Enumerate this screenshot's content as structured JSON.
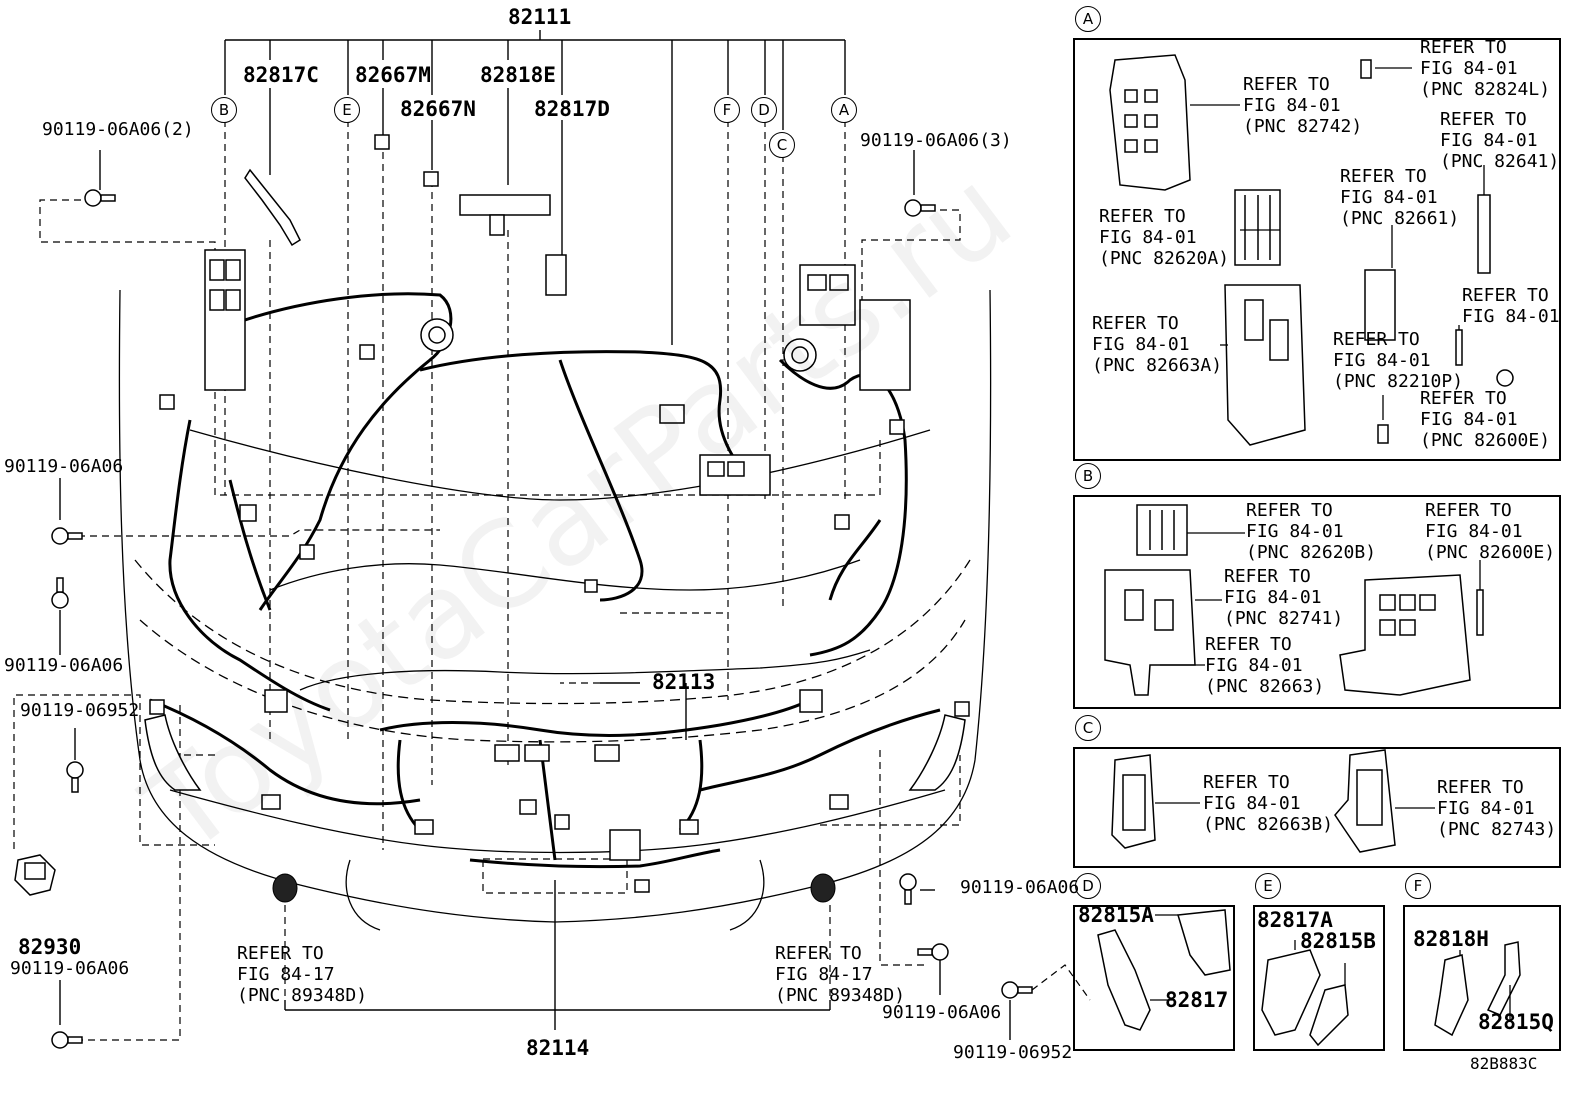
{
  "watermark": "ToyotaCarParts.ru",
  "main_labels": {
    "p82111": "82111",
    "p82817C": "82817C",
    "p82667M": "82667M",
    "p82818E": "82818E",
    "p82667N": "82667N",
    "p82817D": "82817D",
    "p82113": "82113",
    "p82114": "82114",
    "p82930": "82930"
  },
  "bolt_labels": {
    "left_top": "90119-06A06(2)",
    "right_top": "90119-06A06(3)",
    "left_mid1": "90119-06A06",
    "left_mid2": "90119-06A06",
    "left_952": "90119-06952",
    "left_bottom": "90119-06A06",
    "right_mid": "90119-06A06",
    "right_bottom": "90119-06A06",
    "bottom_952": "90119-06952"
  },
  "callouts": {
    "A": "A",
    "B": "B",
    "C": "C",
    "D": "D",
    "E": "E",
    "F": "F"
  },
  "refer_lower_left": "REFER TO\nFIG 84-17\n(PNC 89348D)",
  "refer_lower_right": "REFER TO\nFIG 84-17\n(PNC 89348D)",
  "panel_A": {
    "r1": "REFER TO\nFIG 84-01\n(PNC 82742)",
    "r2": "REFER TO\nFIG 84-01\n(PNC 82824L)",
    "r3": "REFER TO\nFIG 84-01\n(PNC 82641)",
    "r4": "REFER TO\nFIG 84-01\n(PNC 82661)",
    "r5": "REFER TO\nFIG 84-01\n(PNC 82620A)",
    "r6": "REFER TO\nFIG 84-01\n(PNC 82663A)",
    "r7": "REFER TO\nFIG 84-01\n(PNC 82210P)",
    "r8": "REFER TO\nFIG 84-01",
    "r9": "REFER TO\nFIG 84-01\n(PNC 82600E)"
  },
  "panel_B": {
    "r1": "REFER TO\nFIG 84-01\n(PNC 82620B)",
    "r2": "REFER TO\nFIG 84-01\n(PNC 82600E)",
    "r3": "REFER TO\nFIG 84-01\n(PNC 82741)",
    "r4": "REFER TO\nFIG 84-01\n(PNC 82663)"
  },
  "panel_C": {
    "r1": "REFER TO\nFIG 84-01\n(PNC 82663B)",
    "r2": "REFER TO\nFIG 84-01\n(PNC 82743)"
  },
  "panel_D": {
    "a": "82815A",
    "b": "82817"
  },
  "panel_E": {
    "a": "82817A",
    "b": "82815B"
  },
  "panel_F": {
    "a": "82818H",
    "b": "82815Q"
  },
  "figure_code": "82B883C"
}
